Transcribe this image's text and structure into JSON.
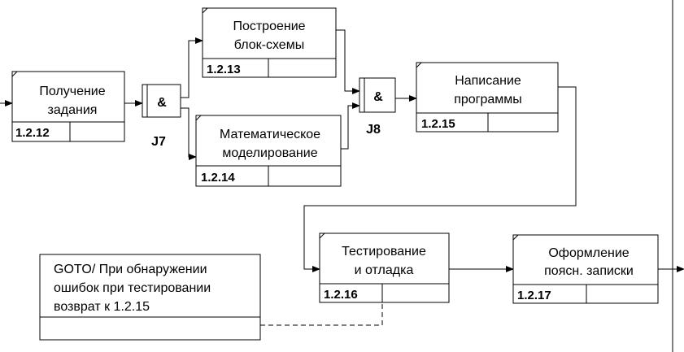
{
  "boxes": {
    "b1212": {
      "line1": "Получение",
      "line2": "задания",
      "number": "1.2.12"
    },
    "b1213": {
      "line1": "Построение",
      "line2": "блок-схемы",
      "number": "1.2.13"
    },
    "b1214": {
      "line1": "Математическое",
      "line2": "моделирование",
      "number": "1.2.14"
    },
    "b1215": {
      "line1": "Написание",
      "line2": "программы",
      "number": "1.2.15"
    },
    "b1216": {
      "line1": "Тестирование",
      "line2": "и отладка",
      "number": "1.2.16"
    },
    "b1217": {
      "line1": "Оформление",
      "line2": "поясн. записки",
      "number": "1.2.17"
    }
  },
  "junctions": {
    "j7": {
      "symbol": "&",
      "label": "J7"
    },
    "j8": {
      "symbol": "&",
      "label": "J8"
    }
  },
  "note": {
    "line1": "GOTO/ При обнаружении",
    "line2": "ошибок при тестировании",
    "line3": "возврат к 1.2.15"
  }
}
